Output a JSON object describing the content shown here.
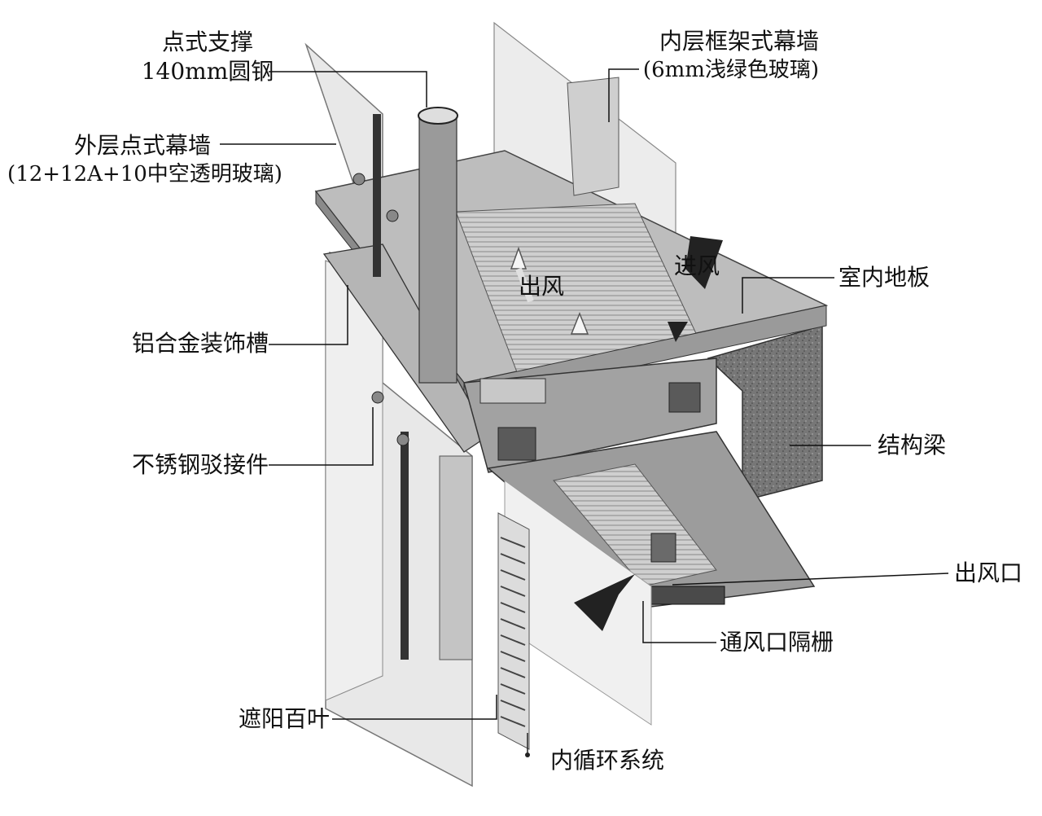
{
  "labels": {
    "point_support_line1": "点式支撑",
    "point_support_line2": "140mm圆钢",
    "outer_wall_line1": "外层点式幕墙",
    "outer_wall_line2": "(12+12A+10中空透明玻璃)",
    "inner_wall_line1": "内层框架式幕墙",
    "inner_wall_line2": "(6mm浅绿色玻璃)",
    "air_out": "出风",
    "air_in": "进风",
    "indoor_floor": "室内地板",
    "aluminum_trough": "铝合金装饰槽",
    "structural_beam": "结构梁",
    "stainless_connector": "不锈钢驳接件",
    "air_outlet": "出风口",
    "vent_grille": "通风口隔栅",
    "sunshade_louver": "遮阳百叶",
    "inner_circulation": "内循环系统"
  },
  "colors": {
    "ink": "#111111",
    "glass": "#d9d9d9",
    "metal": "#8c8c8c",
    "dark_metal": "#4a4a4a",
    "concrete": "#6e6e6e"
  }
}
